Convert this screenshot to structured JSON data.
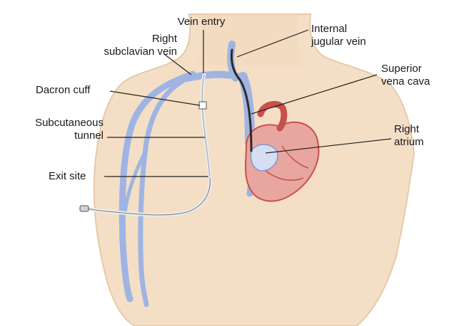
{
  "labels": {
    "vein_entry": "Vein entry",
    "right_subclavian_vein": "Right\nsubclavian vein",
    "dacron_cuff": "Dacron cuff",
    "subcutaneous_tunnel": "Subcutaneous\ntunnel",
    "exit_site": "Exit site",
    "internal_jugular_vein": "Internal\njugular vein",
    "superior_vena_cava": "Superior\nvena cava",
    "right_atrium": "Right\natrium"
  },
  "colors": {
    "skin": "#f4dfc6",
    "skin_shadow": "#e6c9a8",
    "vein": "#9fb4e2",
    "vein_dark": "#7f98d0",
    "catheter": "#2b2b2b",
    "heart": "#c9504a",
    "heart_light": "#e8a6a0",
    "leader": "#222222"
  }
}
